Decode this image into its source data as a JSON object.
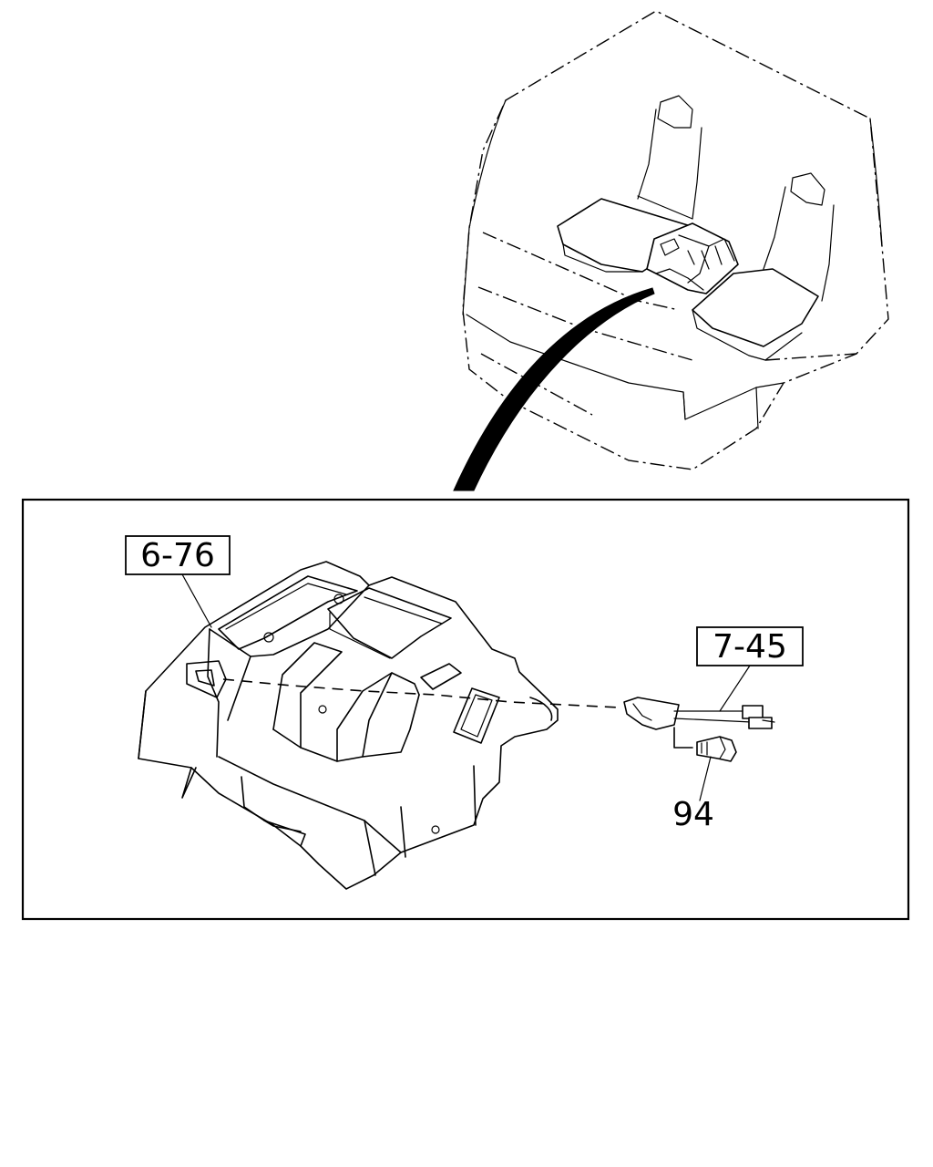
{
  "diagram": {
    "callouts": [
      {
        "id": "part-6-76",
        "text": "6-76",
        "boxed": true
      },
      {
        "id": "part-7-45",
        "text": "7-45",
        "boxed": true
      },
      {
        "id": "part-94",
        "text": "94",
        "boxed": false
      }
    ],
    "colors": {
      "line": "#000000",
      "background": "#ffffff"
    }
  }
}
